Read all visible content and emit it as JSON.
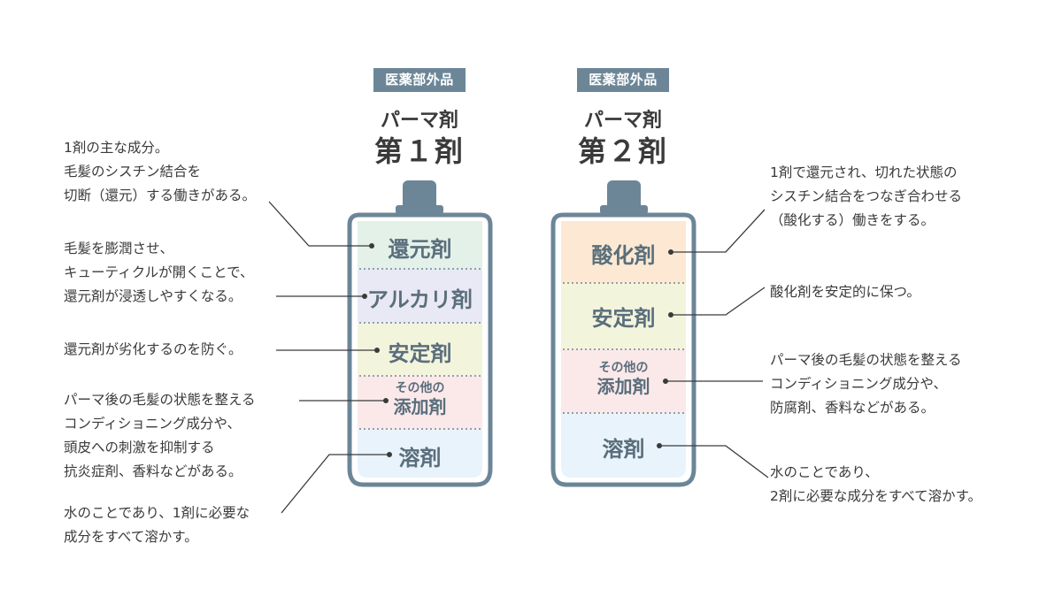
{
  "colors": {
    "outline": "#6c8698",
    "reducing": "#e3f1e8",
    "alkali": "#e9e9f5",
    "stabilizer": "#f3f4dc",
    "additive": "#fbe9ea",
    "solvent": "#e8f3fb",
    "oxidizer": "#fde9d3",
    "leader": "#3a3a3a"
  },
  "agent1": {
    "badge": "医薬部外品",
    "subtitle": "パーマ剤",
    "title": "第１剤",
    "segments": [
      {
        "label": "還元剤"
      },
      {
        "label": "アルカリ剤"
      },
      {
        "label": "安定剤"
      },
      {
        "label_top": "その他の",
        "label_bottom": "添加剤"
      },
      {
        "label": "溶剤"
      }
    ],
    "descriptions": [
      "1剤の主な成分。\n毛髪のシスチン結合を\n切断（還元）する働きがある。",
      "毛髪を膨潤させ、\nキューティクルが開くことで、\n還元剤が浸透しやすくなる。",
      "還元剤が劣化するのを防ぐ。",
      "パーマ後の毛髪の状態を整える\nコンディショニング成分や、\n頭皮への刺激を抑制する\n抗炎症剤、香料などがある。",
      "水のことであり、1剤に必要な\n成分をすべて溶かす。"
    ]
  },
  "agent2": {
    "badge": "医薬部外品",
    "subtitle": "パーマ剤",
    "title": "第２剤",
    "segments": [
      {
        "label": "酸化剤"
      },
      {
        "label": "安定剤"
      },
      {
        "label_top": "その他の",
        "label_bottom": "添加剤"
      },
      {
        "label": "溶剤"
      }
    ],
    "descriptions": [
      "1剤で還元され、切れた状態の\nシスチン結合をつなぎ合わせる\n（酸化する）働きをする。",
      "酸化剤を安定的に保つ。",
      "パーマ後の毛髪の状態を整える\nコンディショニング成分や、\n防腐剤、香料などがある。",
      "水のことであり、\n2剤に必要な成分をすべて溶かす。"
    ]
  }
}
